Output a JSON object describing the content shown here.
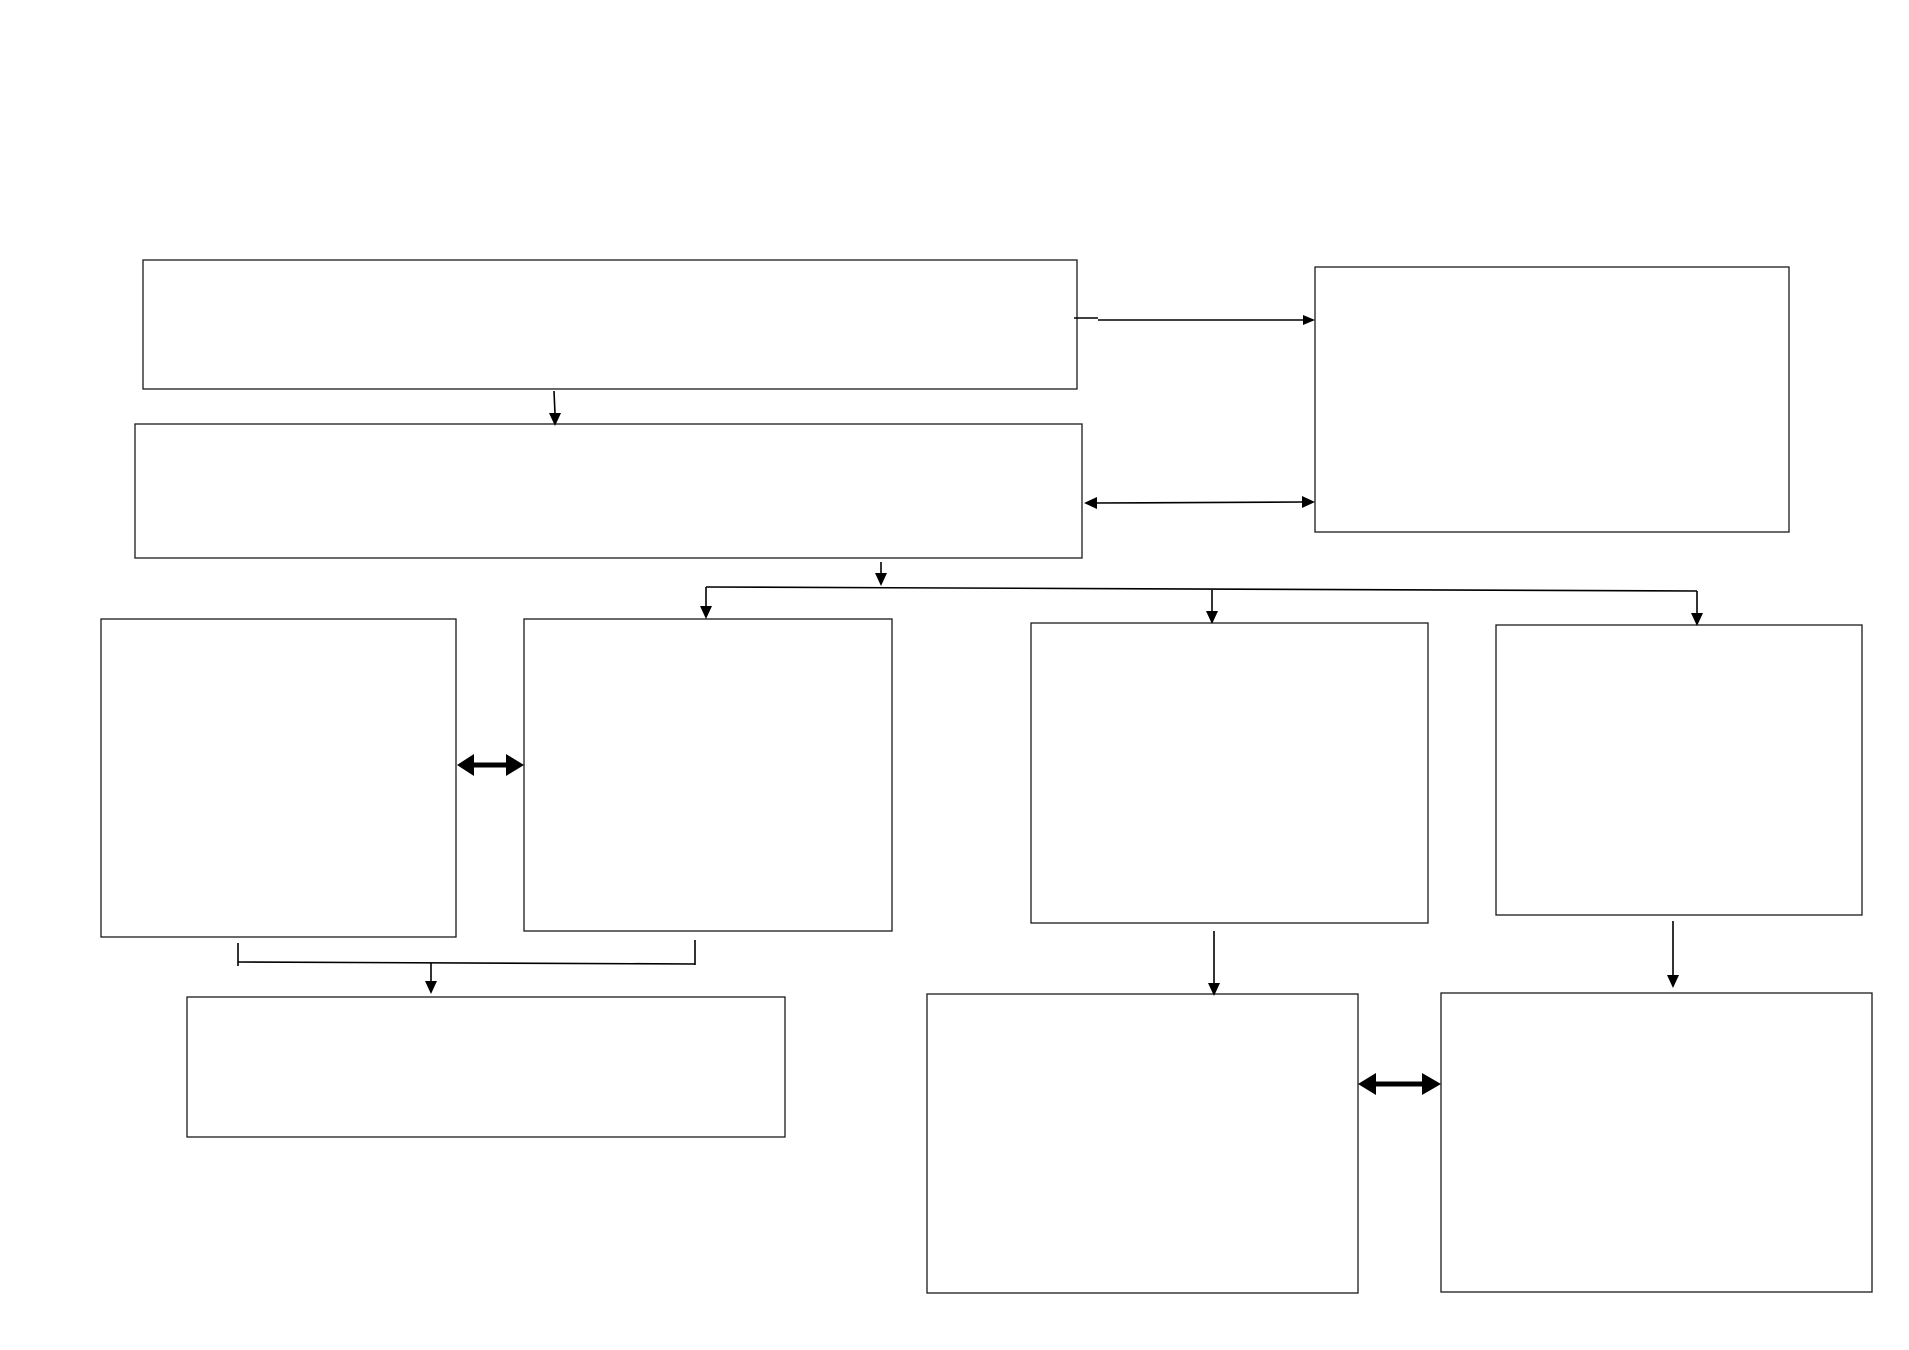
{
  "diagram": {
    "type": "flowchart",
    "node_count": 11,
    "colors": {
      "background": "#ffffff",
      "stroke": "#000000"
    },
    "nodes": [
      {
        "id": "top-wide-box",
        "label": ""
      },
      {
        "id": "second-wide-box",
        "label": ""
      },
      {
        "id": "right-tall-box",
        "label": ""
      },
      {
        "id": "left-box-1",
        "label": ""
      },
      {
        "id": "left-box-2",
        "label": ""
      },
      {
        "id": "mid-box",
        "label": ""
      },
      {
        "id": "right-box",
        "label": ""
      },
      {
        "id": "bottom-left-box",
        "label": ""
      },
      {
        "id": "bottom-mid-box",
        "label": ""
      },
      {
        "id": "bottom-right-box",
        "label": ""
      }
    ],
    "edges": [
      {
        "from": "top-wide-box",
        "to": "right-tall-box",
        "kind": "single"
      },
      {
        "from": "top-wide-box",
        "to": "second-wide-box",
        "kind": "single"
      },
      {
        "from": "second-wide-box",
        "to": "right-tall-box",
        "kind": "double"
      },
      {
        "from": "second-wide-box",
        "to": [
          "left-box-2",
          "mid-box",
          "right-box"
        ],
        "kind": "branch"
      },
      {
        "from": "left-box-1",
        "to": "left-box-2",
        "kind": "double-thick"
      },
      {
        "from": [
          "left-box-1",
          "left-box-2"
        ],
        "to": "bottom-left-box",
        "kind": "merge"
      },
      {
        "from": "mid-box",
        "to": "bottom-mid-box",
        "kind": "single"
      },
      {
        "from": "right-box",
        "to": "bottom-right-box",
        "kind": "single"
      },
      {
        "from": "bottom-mid-box",
        "to": "bottom-right-box",
        "kind": "double-thick"
      }
    ]
  }
}
